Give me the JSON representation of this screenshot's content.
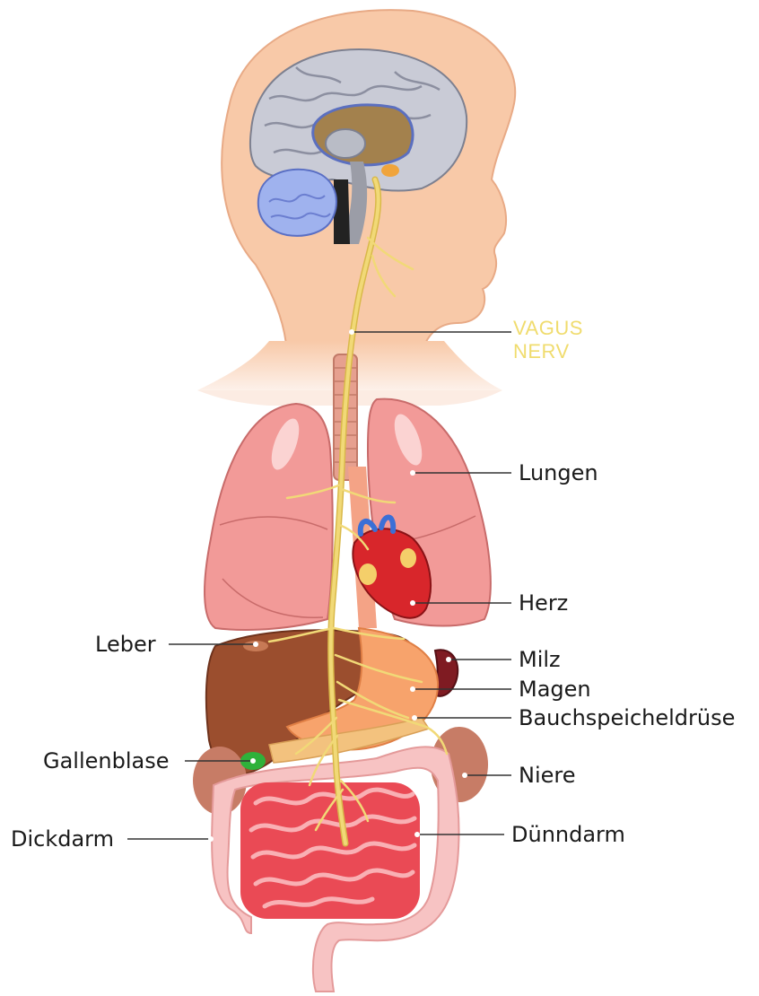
{
  "labels": {
    "vagus_line1": "VAGUS",
    "vagus_line2": "NERV",
    "lungen": "Lungen",
    "herz": "Herz",
    "leber": "Leber",
    "milz": "Milz",
    "magen": "Magen",
    "bauchspeicheldruese": "Bauchspeicheldrüse",
    "gallenblase": "Gallenblase",
    "niere": "Niere",
    "dickdarm": "Dickdarm",
    "duenndarm": "Dünndarm"
  },
  "colors": {
    "skin": "#f8c9a8",
    "brain": "#c9cbd6",
    "cerebellum": "#9fb2ee",
    "nerve": "#f1d977",
    "lungs": "#f29a98",
    "heart": "#d8262b",
    "liver": "#9b4e2e",
    "gallbladder": "#2fb13a",
    "stomach": "#f7a36c",
    "spleen": "#7f1b22",
    "kidney": "#c77c66",
    "large_intestine": "#f7c3c3",
    "small_intestine": "#ea4a55",
    "label_text": "#1a1a1a",
    "vagus_text": "#f0dc6e"
  }
}
